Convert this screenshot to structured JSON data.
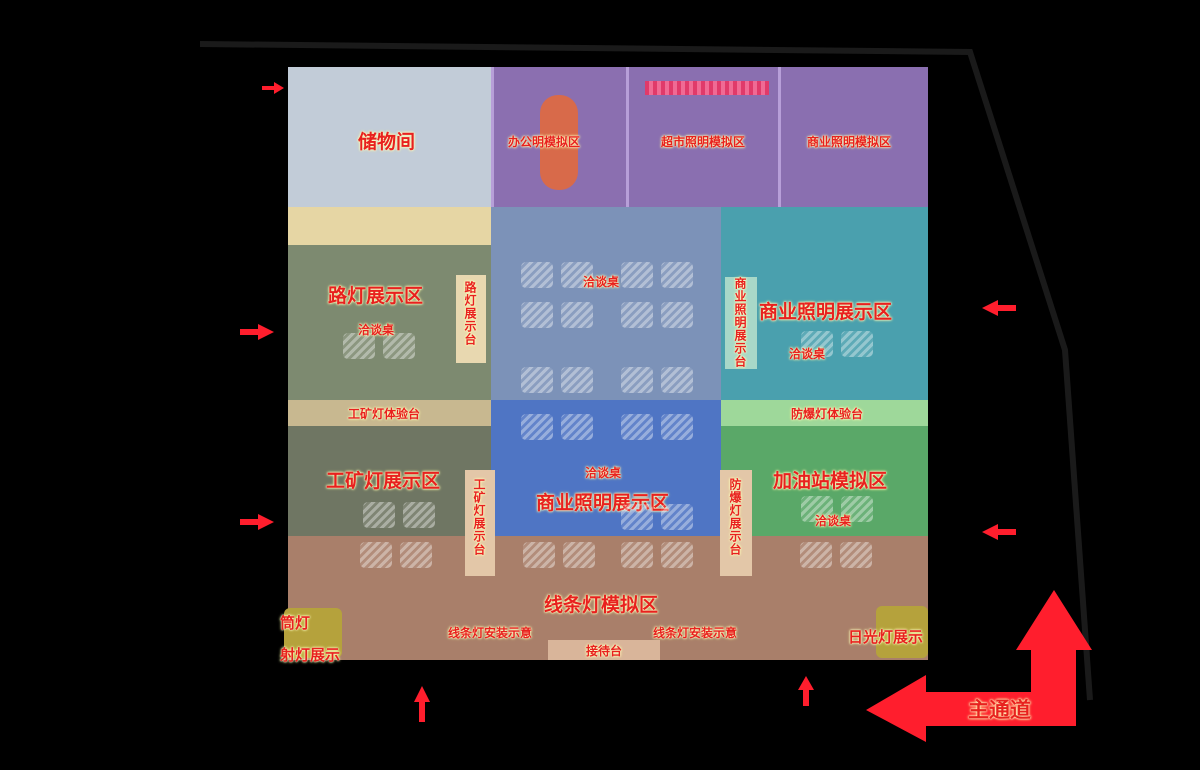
{
  "title": "展厅平面布局图",
  "zones": {
    "storage": "储物间",
    "office": "办公明模拟区",
    "supermarket": "超市照明模拟区",
    "commercial_top": "商业照明模拟区",
    "street_lamp": "路灯展示区",
    "street_lamp_stand": "路灯展示台",
    "commercial_right": "商业照明展示区",
    "commercial_right_stand": "商业照明展示台",
    "industrial_test": "工矿灯体验台",
    "explosion_test": "防爆灯体验台",
    "industrial_zone": "工矿灯展示区",
    "industrial_stand": "工矿灯展示台",
    "commercial_center": "商业照明展示区",
    "gas_station": "加油站模拟区",
    "explosion_stand": "防爆灯展示台",
    "linear_zone": "线条灯模拟区",
    "linear_install_left": "线条灯安装示意",
    "linear_install_right": "线条灯安装示意",
    "reception": "接待台",
    "downlight": "筒灯",
    "spotlight": "射灯展示",
    "fluorescent": "日光灯展示",
    "main_aisle": "主通道"
  },
  "tables": {
    "street_lamp": "洽谈桌",
    "center_top": "洽谈桌",
    "commercial_right": "洽谈桌",
    "center_bottom": "洽谈桌",
    "gas_station": "洽谈桌"
  },
  "colors": {
    "accent_red": "#e8211e",
    "arrow_red": "#ff1e2d"
  }
}
